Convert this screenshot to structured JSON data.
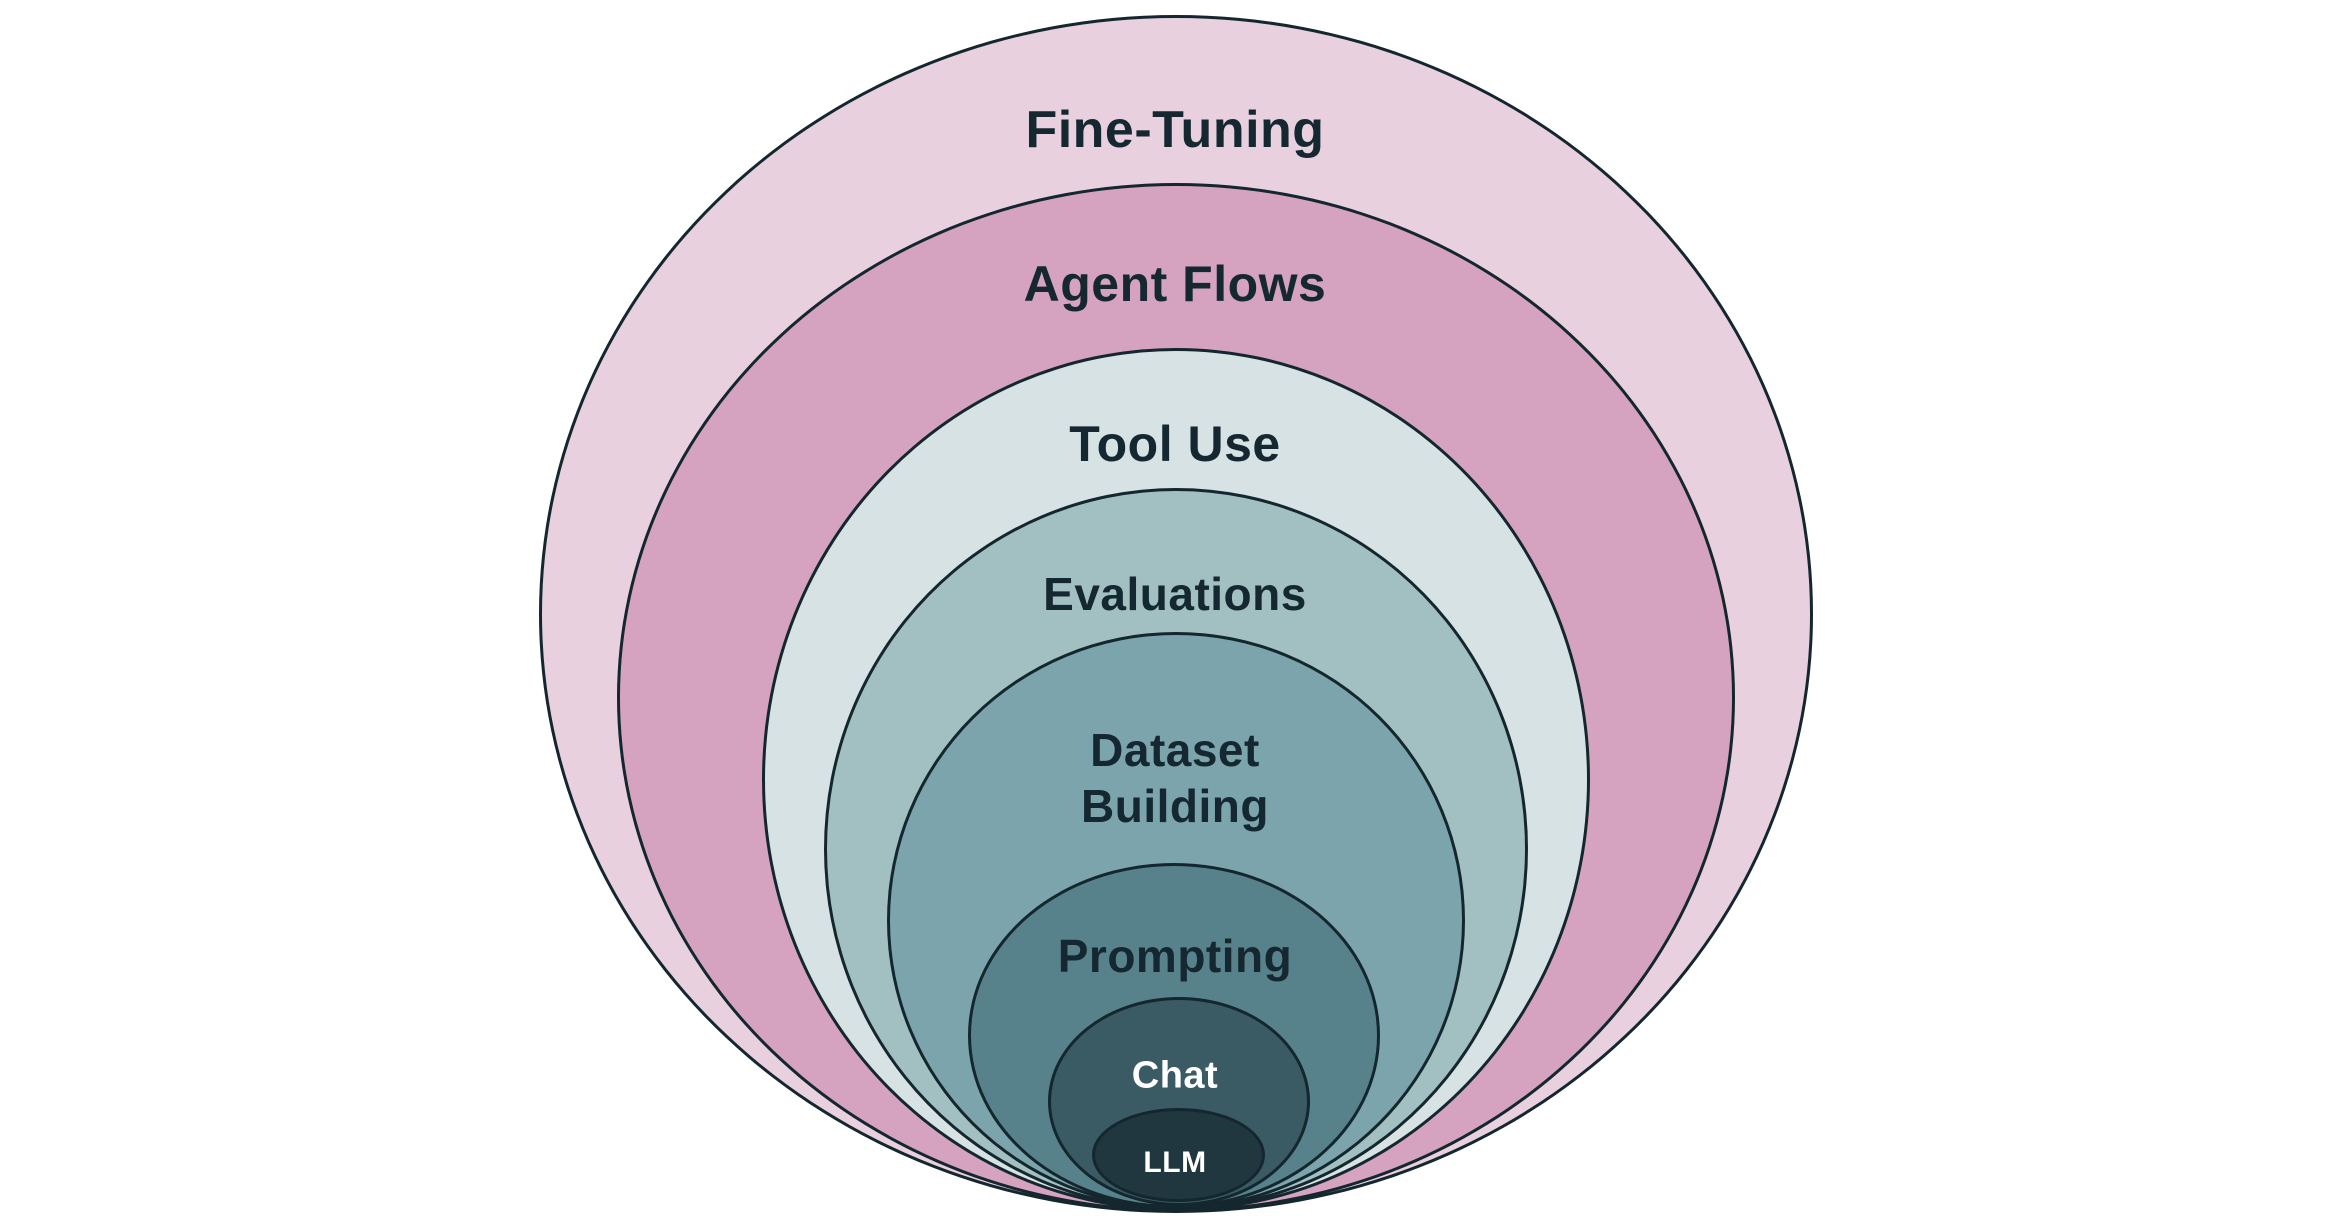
{
  "diagram": {
    "type": "nested-circles",
    "description": "Concentric onion diagram of LLM usage layers, outermost to innermost",
    "background_color": "#ffffff",
    "outline_color": "#14262e",
    "layers": [
      {
        "label": "Fine-Tuning",
        "fill": "#e8d0de",
        "label_color": "#152730"
      },
      {
        "label": "Agent Flows",
        "fill": "#d5a3c0",
        "label_color": "#152730"
      },
      {
        "label": "Tool Use",
        "fill": "#d6e2e4",
        "label_color": "#152730"
      },
      {
        "label": "Evaluations",
        "fill": "#a2c0c1",
        "label_color": "#152730"
      },
      {
        "label": "Dataset\nBuilding",
        "fill": "#7ba4ac",
        "label_color": "#152730"
      },
      {
        "label": "Prompting",
        "fill": "#57828b",
        "label_color": "#152730"
      },
      {
        "label": "Chat",
        "fill": "#3a5a64",
        "label_color": "#ffffff"
      },
      {
        "label": "LLM",
        "fill": "#203740",
        "label_color": "#ffffff"
      }
    ]
  }
}
